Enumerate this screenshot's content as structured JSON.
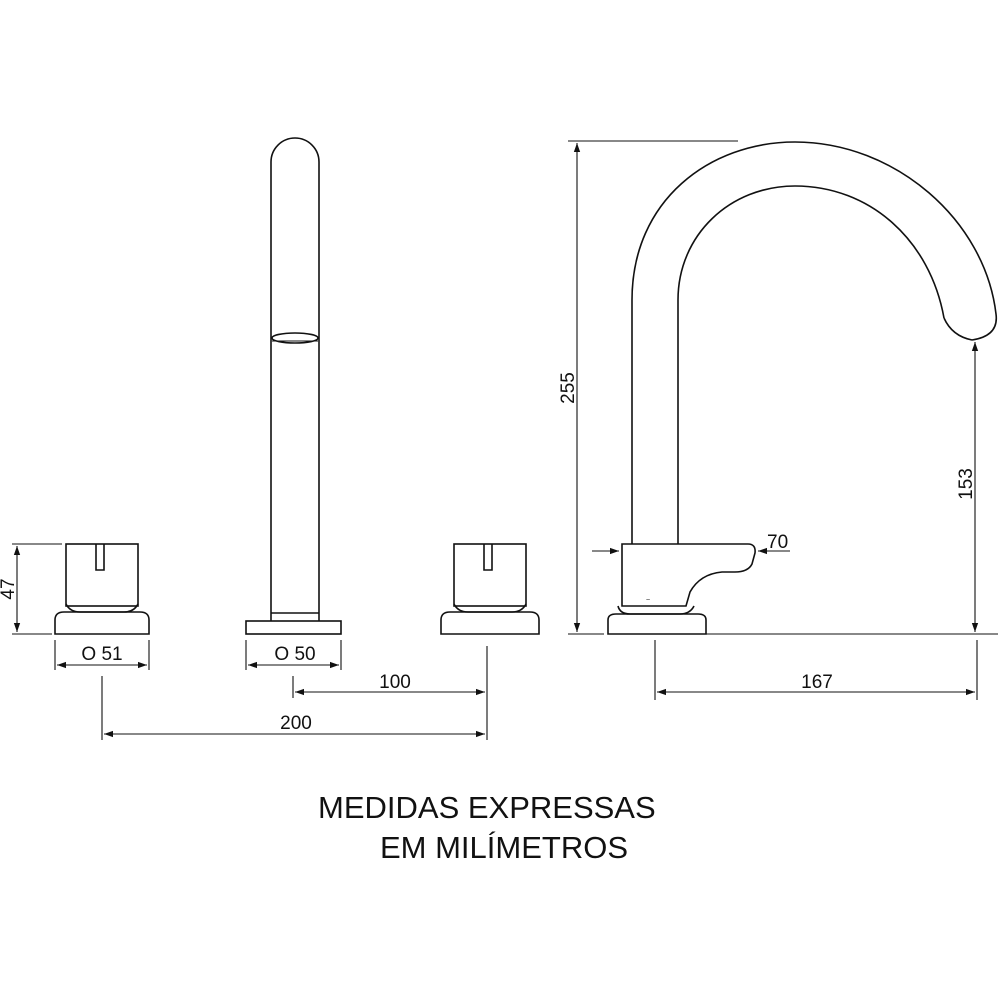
{
  "dimensions": {
    "handle_height": "47",
    "handle_diameter": "O 51",
    "spout_base_diameter": "O 50",
    "handle_to_spout_spacing": "100",
    "handle_to_handle_spacing": "200",
    "total_height": "255",
    "outlet_height": "153",
    "lever_depth": "70",
    "spout_reach": "167"
  },
  "note": {
    "line1": "MEDIDAS EXPRESSAS",
    "line2": "EM MILÍMETROS"
  },
  "colors": {
    "line": "#111111",
    "background": "#ffffff"
  }
}
